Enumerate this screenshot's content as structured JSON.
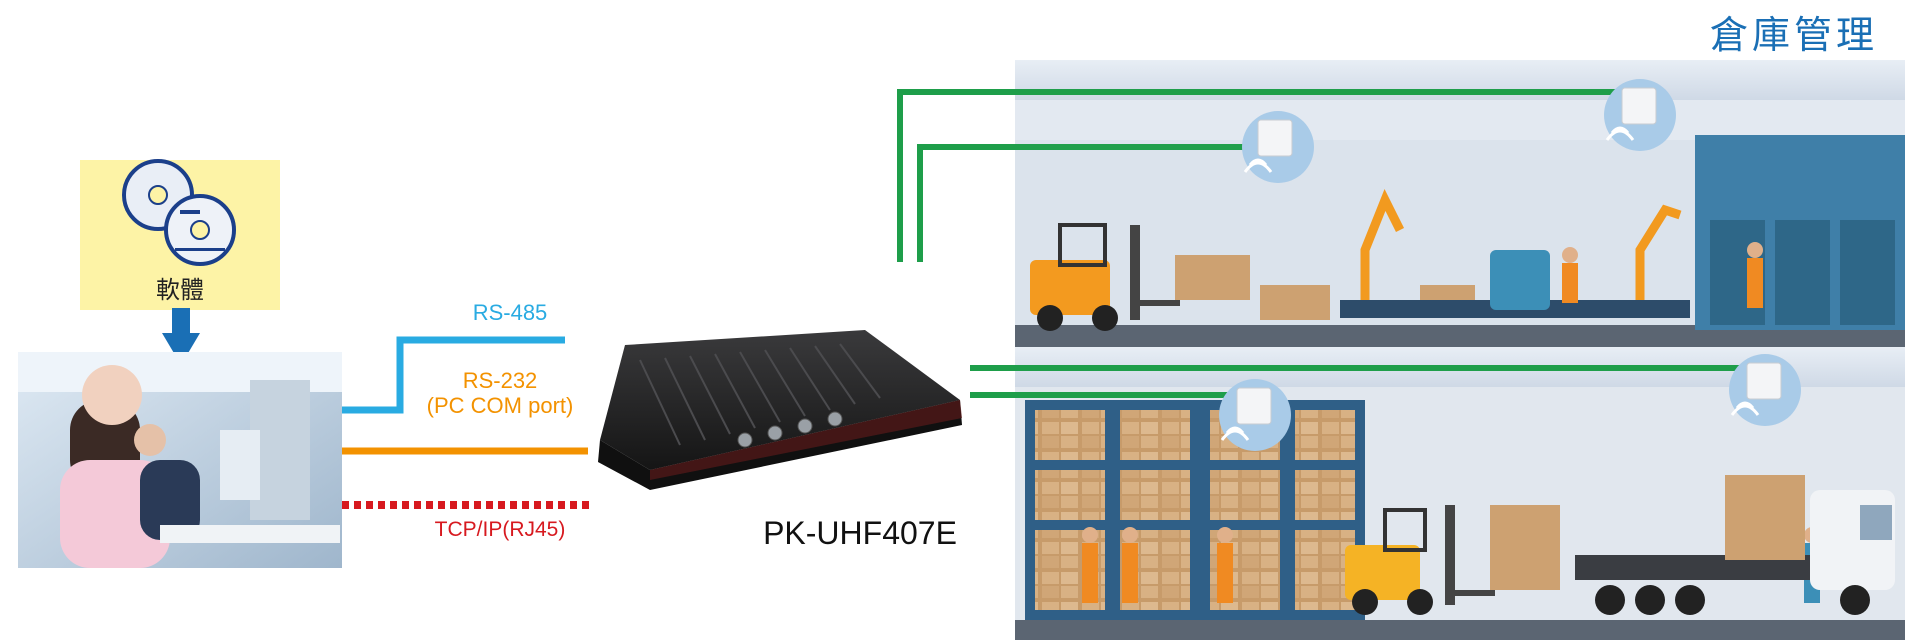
{
  "page": {
    "title": "倉庫管理"
  },
  "software": {
    "label": "軟體"
  },
  "connections": {
    "rs485": "RS-485",
    "rs232_line1": "RS-232",
    "rs232_line2": "(PC COM port)",
    "tcp": "TCP/IP(RJ45)"
  },
  "device": {
    "name": "PK-UHF407E"
  },
  "colors": {
    "title": "#1a6fb5",
    "rs485": "#29abe2",
    "rs232": "#f39200",
    "tcp": "#d7191f",
    "antenna_cable": "#1e9e4a",
    "software_box": "#fdf3a6",
    "arrow": "#1a6fb5"
  },
  "icons": [
    "cd-disc-icon",
    "down-arrow-icon",
    "rfid-antenna-icon",
    "wifi-signal-icon",
    "forklift-icon",
    "truck-icon",
    "robot-arm-icon",
    "worker-icon",
    "box-icon"
  ]
}
